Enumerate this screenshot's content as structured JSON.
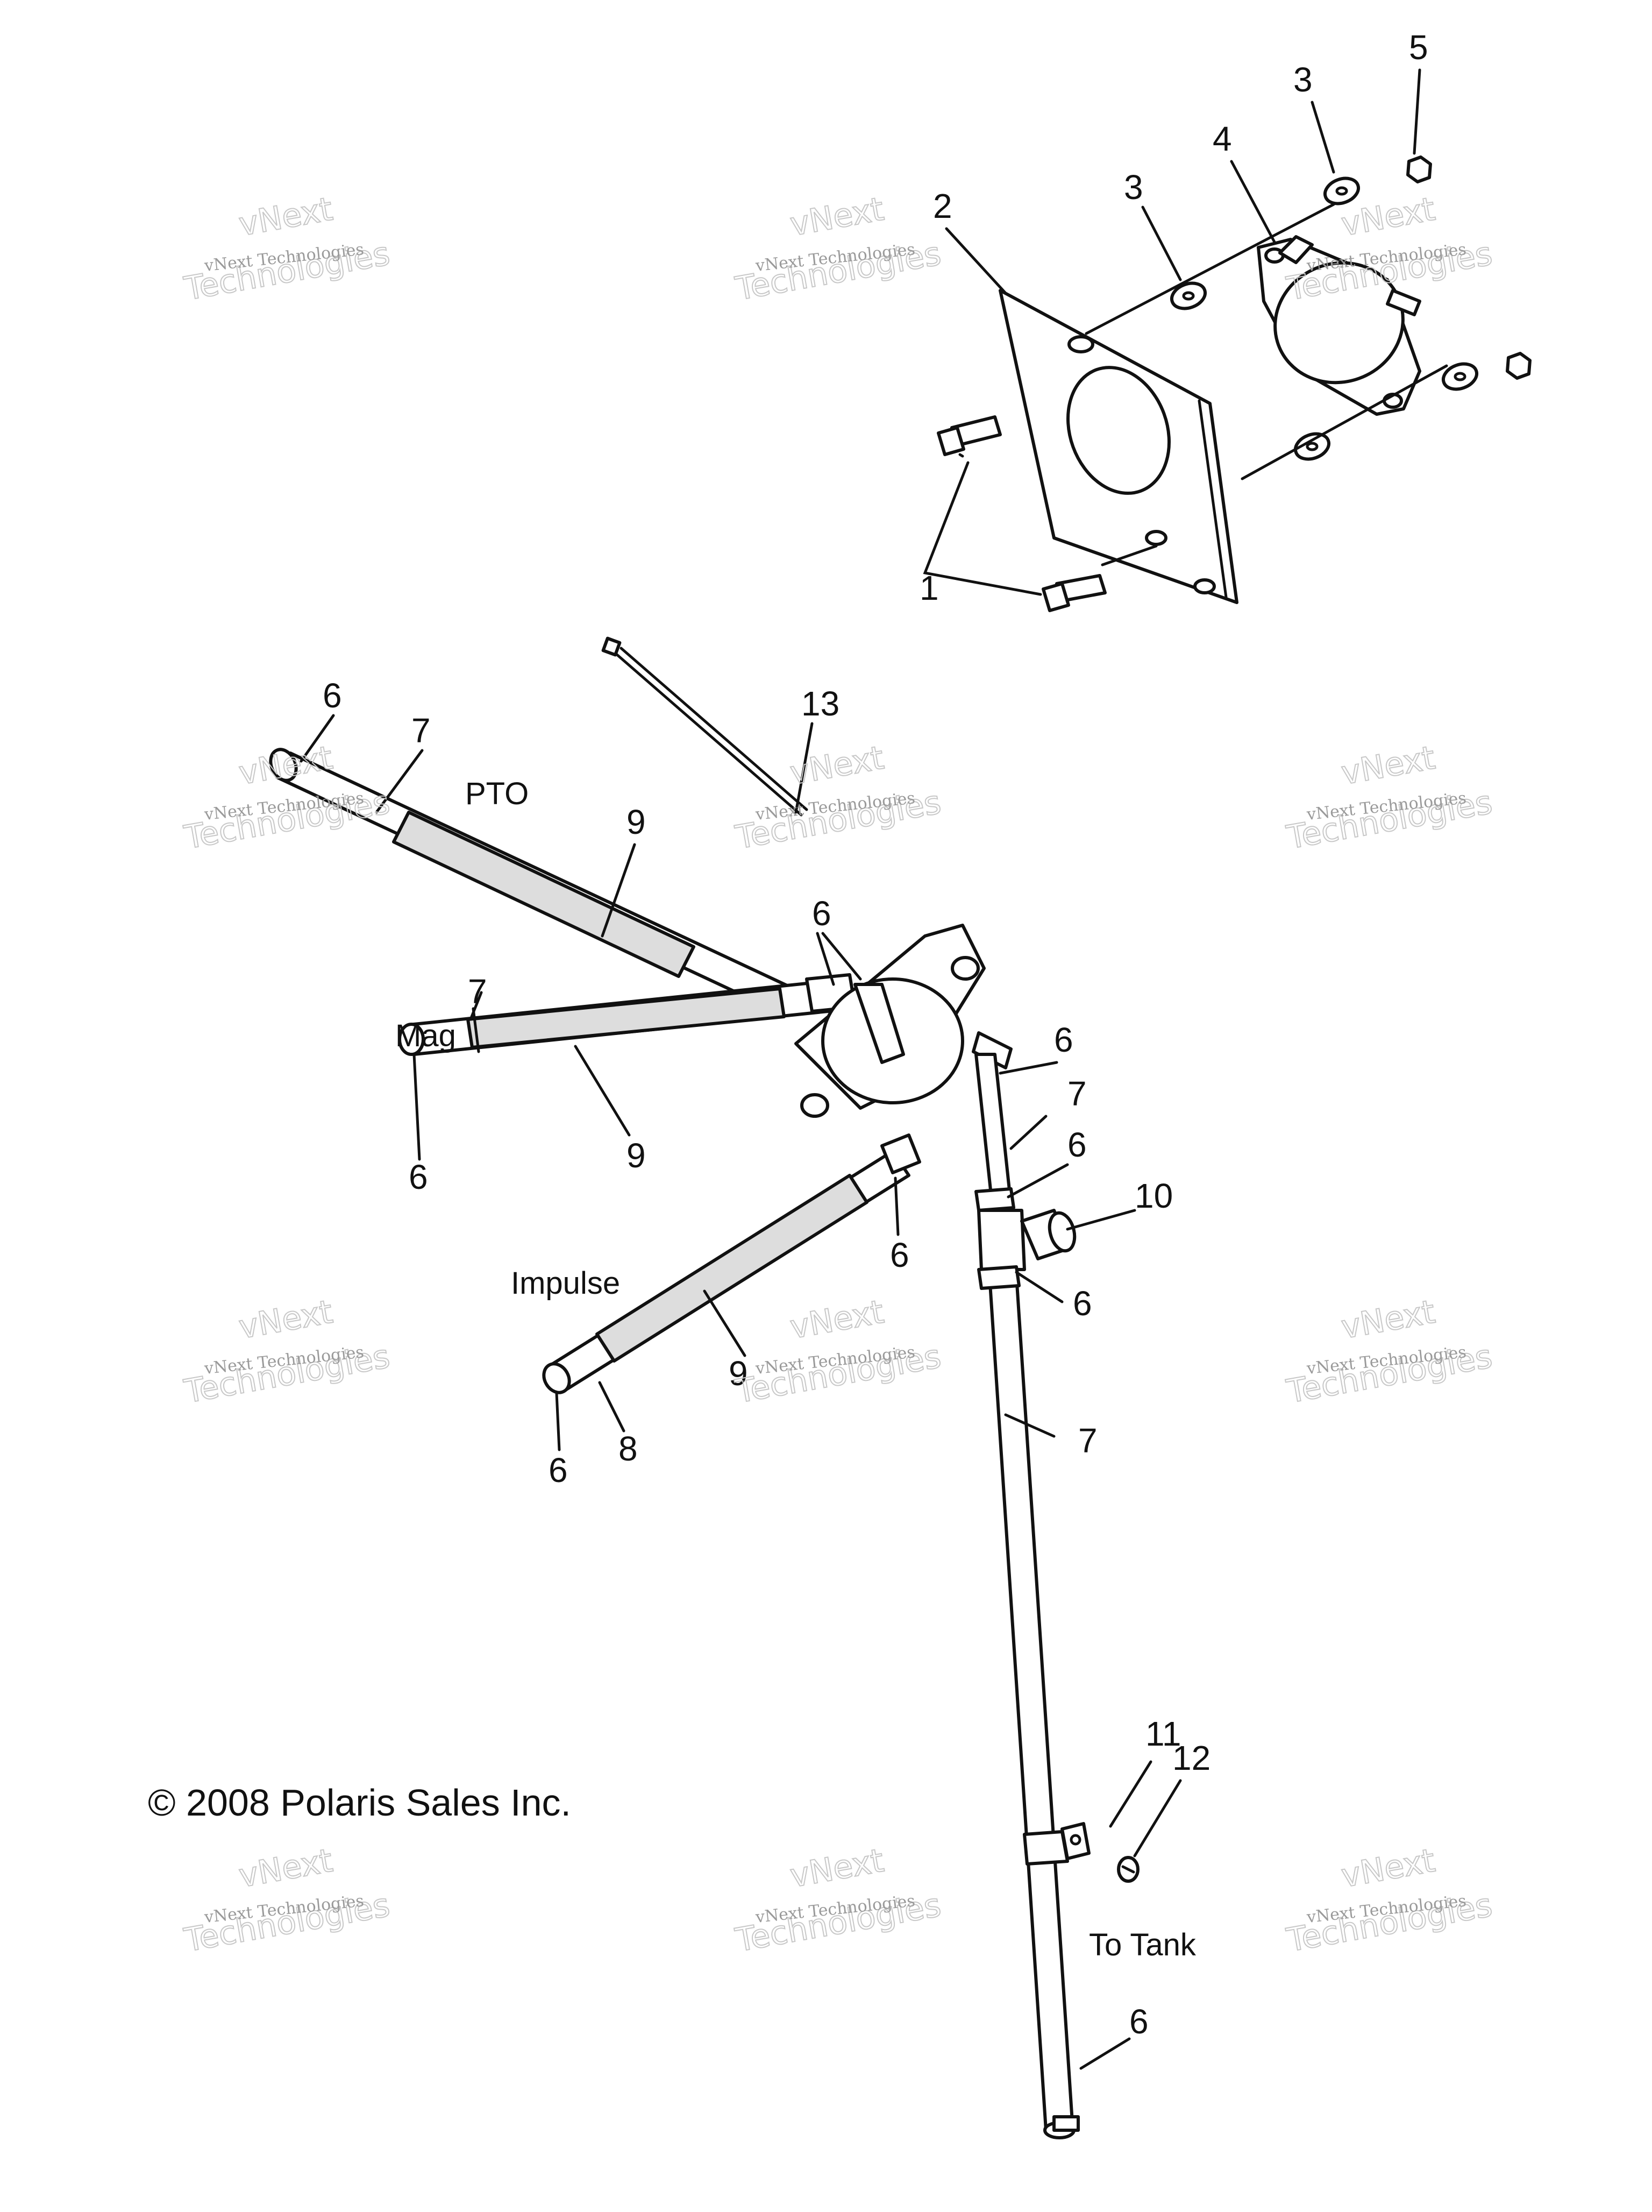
{
  "diagram": {
    "callouts": {
      "c1": "1",
      "c2": "2",
      "c3a": "3",
      "c3b": "3",
      "c4": "4",
      "c5": "5",
      "c6a": "6",
      "c6b": "6",
      "c6c": "6",
      "c6d": "6",
      "c6e": "6",
      "c6f": "6",
      "c6g": "6",
      "c6h": "6",
      "c6i": "6",
      "c7a": "7",
      "c7b": "7",
      "c7c": "7",
      "c7d": "7",
      "c8": "8",
      "c9a": "9",
      "c9b": "9",
      "c9c": "9",
      "c10": "10",
      "c11": "11",
      "c12": "12",
      "c13": "13"
    },
    "labels": {
      "pto": "PTO",
      "mag": "Mag",
      "impulse": "Impulse",
      "to_tank": "To Tank"
    },
    "copyright": "© 2008 Polaris Sales Inc."
  },
  "watermark": {
    "line1": "vNext Technologies",
    "line2": "Technologies",
    "line3": "vNext"
  }
}
